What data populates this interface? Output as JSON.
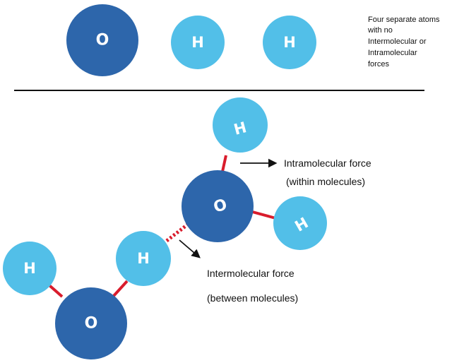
{
  "colors": {
    "oxygen": "#2d66ab",
    "hydrogen": "#52bfe8",
    "bond": "#d91c2c",
    "divider": "#111111",
    "arrow": "#111111",
    "atom_text": "#ffffff"
  },
  "atoms": {
    "oxygen": "O",
    "hydrogen": "H"
  },
  "top_note": {
    "lines": [
      "Four separate atoms",
      "with no",
      "Intermolecular or",
      "Intramolecular",
      "forces"
    ]
  },
  "intramolecular": {
    "line1": "Intramolecular force",
    "line2": "(within molecules)"
  },
  "intermolecular": {
    "line1": "Intermolecular force",
    "line2": "(between molecules)"
  }
}
